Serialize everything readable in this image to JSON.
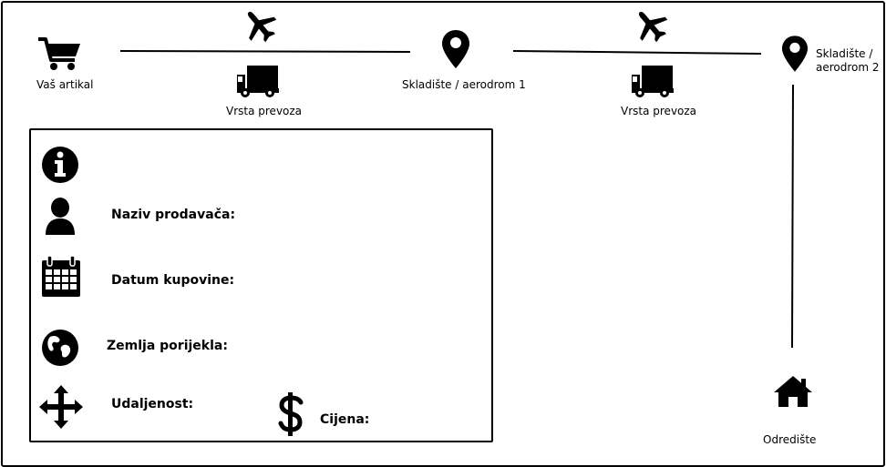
{
  "route": {
    "origin_label": "Vaš artikal",
    "transport_label_1": "Vrsta prevoza",
    "hub1_label": "Skladište / aerodrom 1",
    "transport_label_2": "Vrsta prevoza",
    "hub2_label_line1": "Skladište /",
    "hub2_label_line2": "aerodrom 2",
    "destination_label": "Odredište"
  },
  "info": {
    "seller_label": "Naziv prodavača:",
    "purchase_date_label": "Datum kupovine:",
    "country_label": "Zemlja porijekla:",
    "distance_label": "Udaljenost:",
    "price_label": "Cijena:"
  },
  "icons": {
    "origin": "shopping-cart-icon",
    "plane": "airplane-icon",
    "truck": "truck-icon",
    "pin": "map-pin-icon",
    "destination": "house-icon",
    "info": "info-icon",
    "seller": "user-icon",
    "date": "calendar-icon",
    "country": "globe-icon",
    "distance": "move-arrows-icon",
    "price": "dollar-icon"
  },
  "colors": {
    "ink": "#000000",
    "background": "#ffffff"
  }
}
